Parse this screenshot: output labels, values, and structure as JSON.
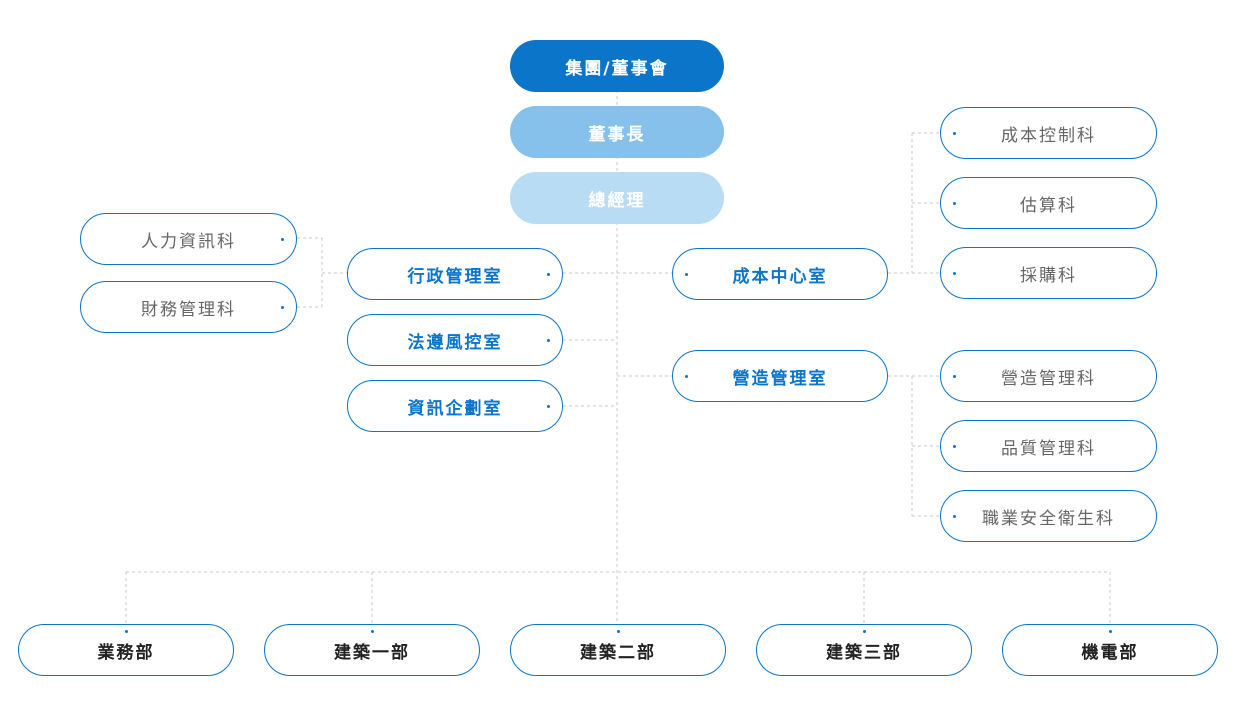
{
  "top": {
    "group": "集團/董事會",
    "chairman": "董事長",
    "gm": "總經理"
  },
  "left_offices": {
    "admin": "行政管理室",
    "legal": "法遵風控室",
    "it": "資訊企劃室"
  },
  "admin_sections": {
    "hr": "人力資訊科",
    "finance": "財務管理科"
  },
  "right_offices": {
    "cost_center": "成本中心室",
    "construction": "營造管理室"
  },
  "cost_sections": {
    "cost_control": "成本控制科",
    "estimate": "估算科",
    "purchasing": "採購科"
  },
  "construction_sections": {
    "construction_mgmt": "營造管理科",
    "quality": "品質管理科",
    "safety": "職業安全衛生科"
  },
  "departments": {
    "sales": "業務部",
    "build1": "建築一部",
    "build2": "建築二部",
    "build3": "建築三部",
    "mech": "機電部"
  },
  "colors": {
    "primary": "#0a75c9",
    "chairman": "#85c1ea",
    "gm": "#b8dcf4",
    "connector": "#c8c8c8"
  }
}
